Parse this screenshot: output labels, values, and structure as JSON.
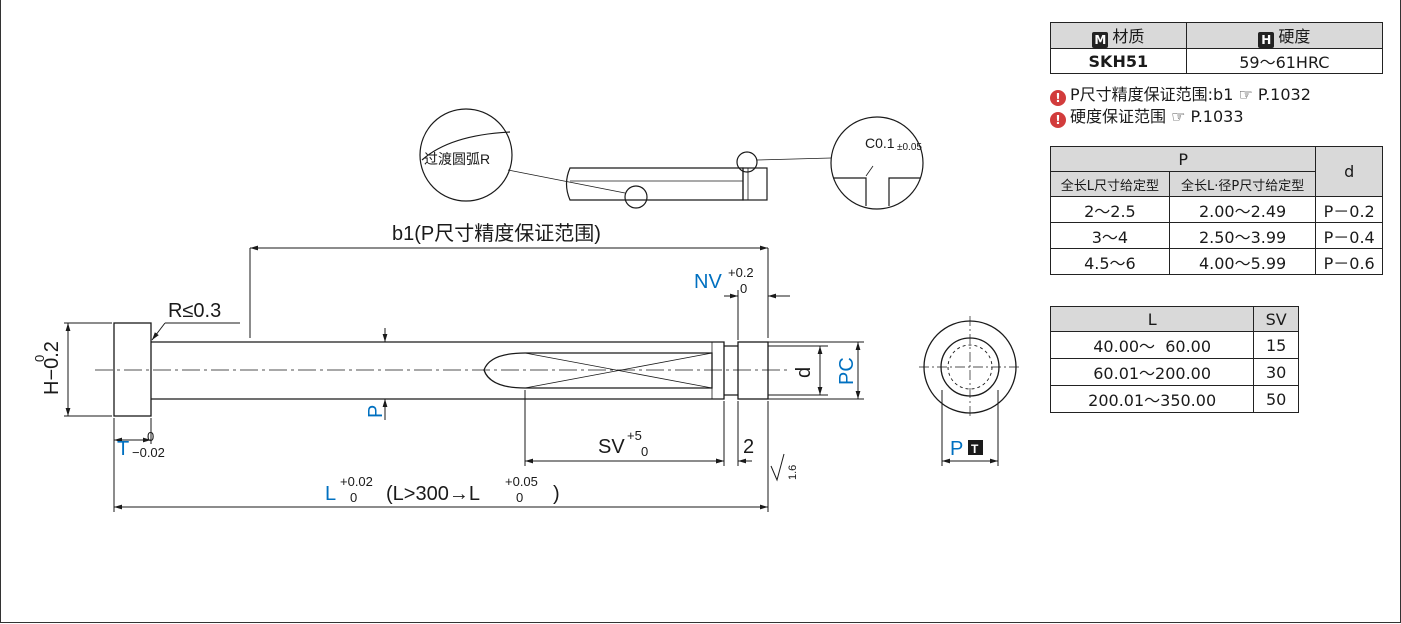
{
  "material_table": {
    "headers": [
      {
        "mark": "M",
        "label": "材质"
      },
      {
        "mark": "H",
        "label": "硬度"
      }
    ],
    "row": [
      "SKH51",
      "59～61HRC"
    ]
  },
  "notes": [
    {
      "text": "P尺寸精度保证范围:b1",
      "ref": "P.1032"
    },
    {
      "text": "硬度保证范围",
      "ref": "P.1033"
    }
  ],
  "p_table": {
    "p_header": "P",
    "d_header": "d",
    "sub_headers": [
      "全长L尺寸给定型",
      "全长L·径P尺寸给定型"
    ],
    "rows": [
      [
        "2～2.5",
        "2.00～2.49",
        "P－0.2"
      ],
      [
        "3～4",
        "2.50～3.99",
        "P－0.4"
      ],
      [
        "4.5～6",
        "4.00～5.99",
        "P－0.6"
      ]
    ]
  },
  "sv_table": {
    "headers": [
      "L",
      "SV"
    ],
    "rows": [
      [
        "40.00～  60.00",
        "15"
      ],
      [
        "60.01～200.00",
        "30"
      ],
      [
        "200.01～350.00",
        "50"
      ]
    ]
  },
  "drawing": {
    "b1_label": "b1(P尺寸精度保证范围)",
    "radius_label": "R≤0.3",
    "nv_label": "NV",
    "nv_tol_upper": "+0.2",
    "nv_tol_lower": "0",
    "h_label": "H−0.2",
    "h_tol_upper": "0",
    "p_label": "P",
    "d_label": "d",
    "pc_label": "PC",
    "t_label": "T",
    "t_tol_upper": "0",
    "t_tol_lower": "−0.02",
    "sv_label": "SV",
    "sv_tol_upper": "+5",
    "sv_tol_lower": "0",
    "two_label": "2",
    "l_label": "L",
    "l_tol_upper": "+0.02",
    "l_tol_lower": "0",
    "l_cond": "(L>300→L",
    "l_cond_tol_upper": "+0.05",
    "l_cond_tol_lower": "0",
    "l_cond_close": ")",
    "roughness": "1.6",
    "transition_label": "过渡圆弧R",
    "chamfer_label": "C0.1",
    "chamfer_tol": "±0.05",
    "end_view_label": "P",
    "end_view_mark": "T"
  },
  "colors": {
    "accent": "#0070c0",
    "line": "#1a1a1a",
    "header_fill": "#d9d9d9",
    "warn": "#d23c3c"
  }
}
